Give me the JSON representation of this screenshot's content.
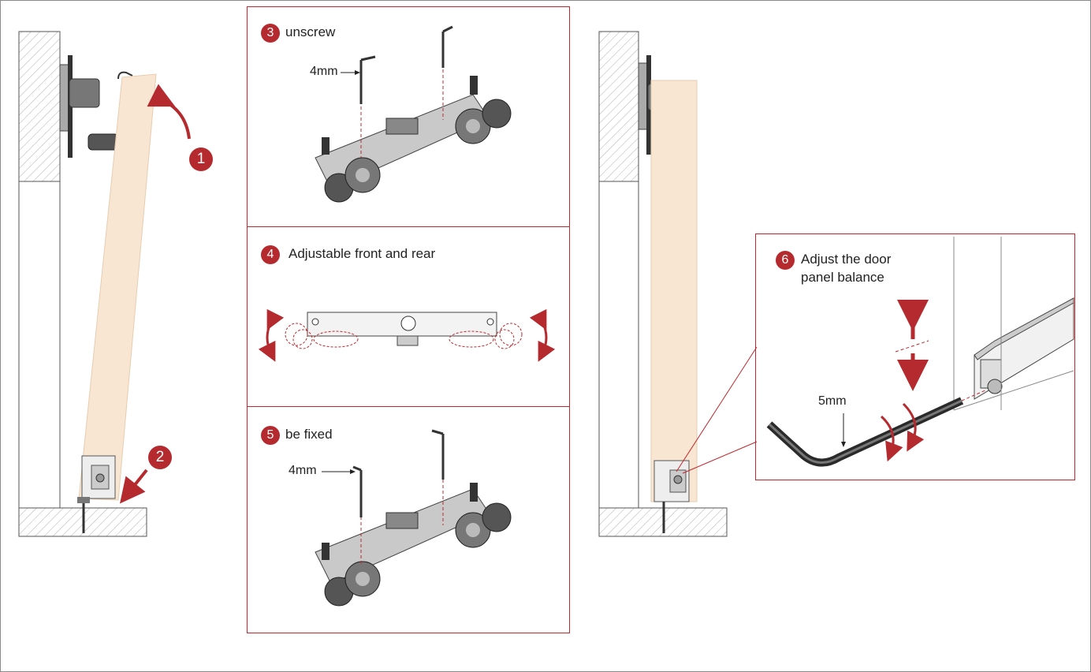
{
  "steps": {
    "s1": {
      "num": "1"
    },
    "s2": {
      "num": "2"
    },
    "s3": {
      "num": "3",
      "text": "unscrew",
      "dim": "4mm"
    },
    "s4": {
      "num": "4",
      "text": "Adjustable front and rear"
    },
    "s5": {
      "num": "5",
      "text": "be fixed",
      "dim": "4mm"
    },
    "s6": {
      "num": "6",
      "line1": "Adjust the door",
      "line2": "panel balance",
      "dim": "5mm"
    }
  },
  "colors": {
    "accent": "#b52a2e",
    "door": "#f8e6d2",
    "metal": "#9a9a9a"
  }
}
